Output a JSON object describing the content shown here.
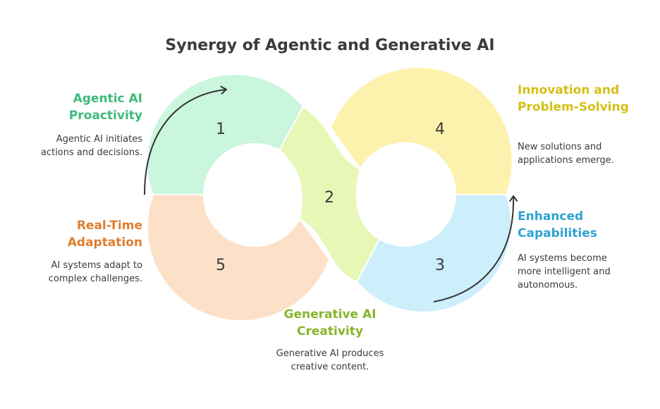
{
  "title": "Synergy of Agentic and Generative AI",
  "stages": [
    {
      "number": "1",
      "label": "Agentic AI Proactivity",
      "description": "Agentic AI initiates actions and decisions.",
      "color": "#c9f6dd",
      "text_color": "#3dbb78"
    },
    {
      "number": "2",
      "label": "Generative AI Creativity",
      "description": "Generative AI produces creative content.",
      "color": "#e6f7b6",
      "text_color": "#86b52a"
    },
    {
      "number": "3",
      "label": "Enhanced Capabilities",
      "description": "AI systems become more intelligent and autonomous.",
      "color": "#cdeefb",
      "text_color": "#2ea3d4"
    },
    {
      "number": "4",
      "label": "Innovation and Problem-Solving",
      "description": "New solutions and applications emerge.",
      "color": "#fdf2ad",
      "text_color": "#d4bf16"
    },
    {
      "number": "5",
      "label": "Real-Time Adaptation",
      "description": "AI systems adapt to complex challenges.",
      "color": "#fde0c8",
      "text_color": "#e07d2e"
    }
  ]
}
